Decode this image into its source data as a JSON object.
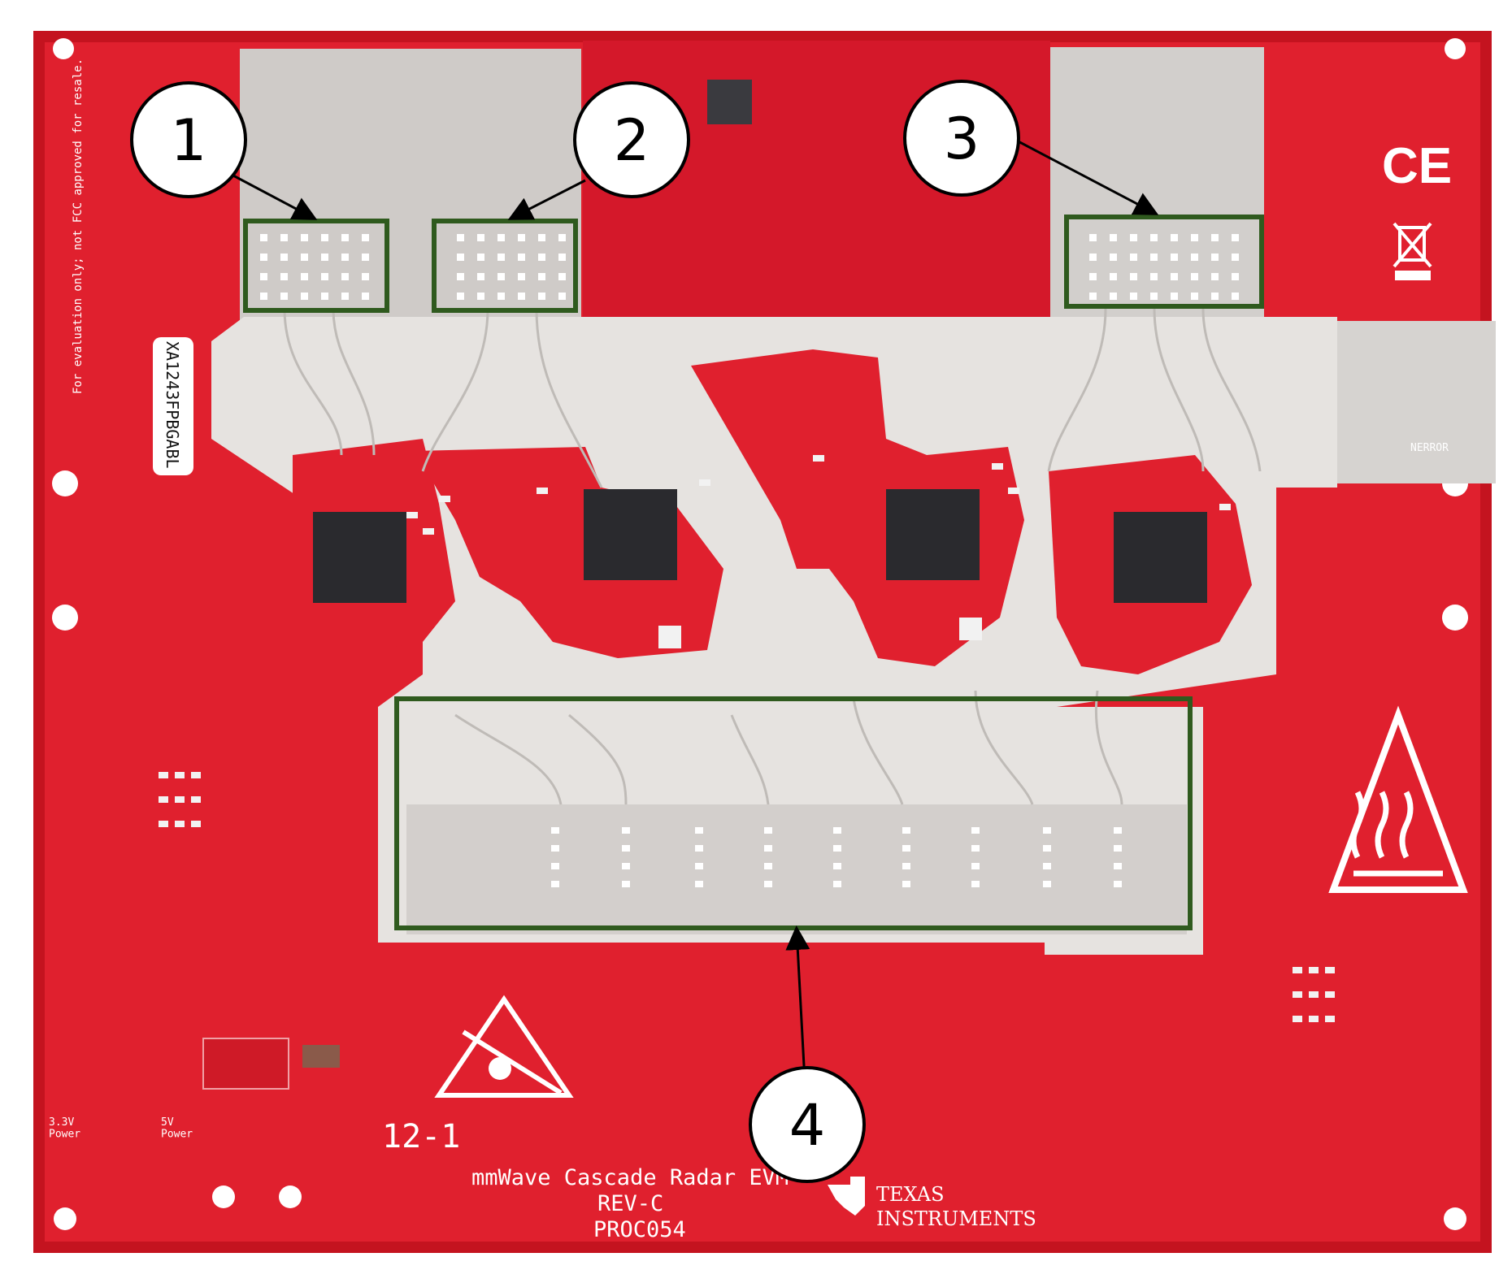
{
  "board": {
    "title": "mmWave Cascade Radar EVM",
    "revision": "REV-C",
    "part_number": "PROC054",
    "serial": "12-1",
    "vertical_notice": "For evaluation only; not FCC approved for resale.",
    "label_sticker": "XA1243FPBGABL",
    "ti_brand_line1": "TEXAS",
    "ti_brand_line2": "INSTRUMENTS",
    "ce_mark": "CE",
    "power_33_label": "3.3V\nPower",
    "power_5_label": "5V\nPower",
    "error_label": "NERROR"
  },
  "callouts": [
    {
      "number": "1"
    },
    {
      "number": "2"
    },
    {
      "number": "3"
    },
    {
      "number": "4"
    }
  ],
  "colors": {
    "pcb_red": "#e0202e",
    "pcb_dark_red": "#b8101c",
    "rf_substrate": "#e6e3e0",
    "callout_box": "#2f5a1e",
    "chip": "#2a2a2e",
    "pad_metal": "#c9c6c2"
  },
  "icons": [
    "ce-mark-icon",
    "weee-bin-icon",
    "esd-warning-icon",
    "hot-surface-warning-icon",
    "ti-logo-icon"
  ]
}
